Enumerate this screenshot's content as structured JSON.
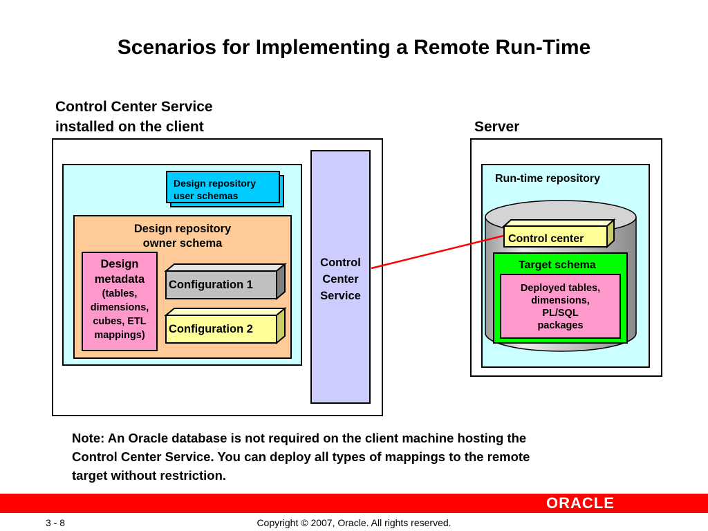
{
  "title": "Scenarios for Implementing a Remote Run-Time",
  "client": {
    "heading_line1": "Control Center Service",
    "heading_line2": "installed on the client",
    "design_repo_user": {
      "line1": "Design repository",
      "line2": "user schemas"
    },
    "design_repo_owner": {
      "line1": "Design repository",
      "line2": "owner schema"
    },
    "design_metadata": {
      "line1": "Design",
      "line2": "metadata",
      "line3": "(tables,",
      "line4": "dimensions,",
      "line5": "cubes, ETL",
      "line6": "mappings)"
    },
    "configuration1": "Configuration 1",
    "configuration2": "Configuration 2",
    "control_center_service": {
      "line1": "Control",
      "line2": "Center",
      "line3": "Service"
    }
  },
  "server": {
    "heading": "Server",
    "runtime_repository": "Run-time repository",
    "control_center": "Control center",
    "target_schema": "Target schema",
    "deployed": {
      "line1": "Deployed tables,",
      "line2": "dimensions,",
      "line3": "PL/SQL",
      "line4": "packages"
    }
  },
  "note": {
    "line1": "Note: An Oracle database is not required on the client machine hosting the",
    "line2": "Control Center Service. You can deploy all types of mappings to the remote",
    "line3": "target without restriction."
  },
  "footer": {
    "page": "3 - 8",
    "copyright": "Copyright © 2007, Oracle. All rights reserved.",
    "logo": "ORACLE"
  },
  "colors": {
    "light_cyan": "#ccffff",
    "peach": "#ffcc99",
    "pink": "#ff99cc",
    "lavender": "#ccccff",
    "cyan_tag": "#00ccff",
    "pale_yellow": "#ffff99",
    "gray_box": "#c0c0c0",
    "green": "#00ff00",
    "connector": "#ff0000",
    "footer_red": "#ff0000"
  }
}
